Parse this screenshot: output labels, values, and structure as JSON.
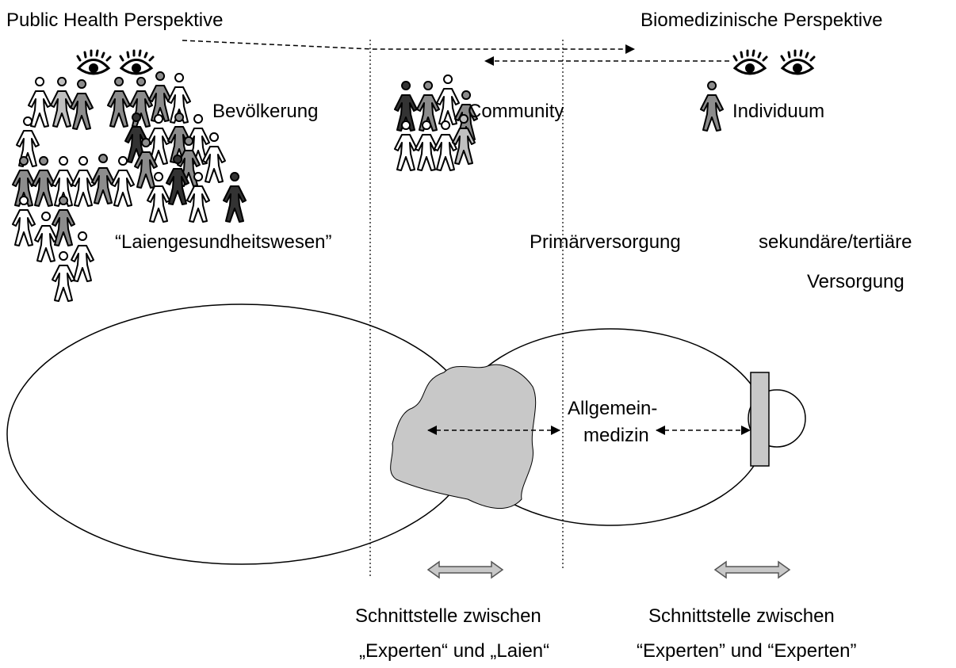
{
  "labels": {
    "public_health": "Public Health Perspektive",
    "biomedical": "Biomedizinische Perspektive",
    "population": "Bevölkerung",
    "community": "Community",
    "individual": "Individuum",
    "lay_health": "“Laiengesundheitswesen”",
    "primary_care": "Primärversorgung",
    "secondary_line1": "sekundäre/tertiäre",
    "secondary_line2": "Versorgung",
    "general_medicine_line1": "Allgemein-",
    "general_medicine_line2": "medizin",
    "interface_left_line1": "Schnittstelle zwischen",
    "interface_left_line2": "„Experten“ und „Laien“",
    "interface_right_line1": "Schnittstelle zwischen",
    "interface_right_line2": "“Experten” und “Experten”"
  },
  "colors": {
    "figure_white": "#ffffff",
    "figure_light": "#c0c0c0",
    "figure_mid": "#8c8c8c",
    "figure_dark": "#333333",
    "blob": "#c8c8c8",
    "interface_arrow": "#c8c8c8"
  },
  "icons": [
    "eye-icon",
    "person-icon",
    "double-arrow-icon"
  ]
}
